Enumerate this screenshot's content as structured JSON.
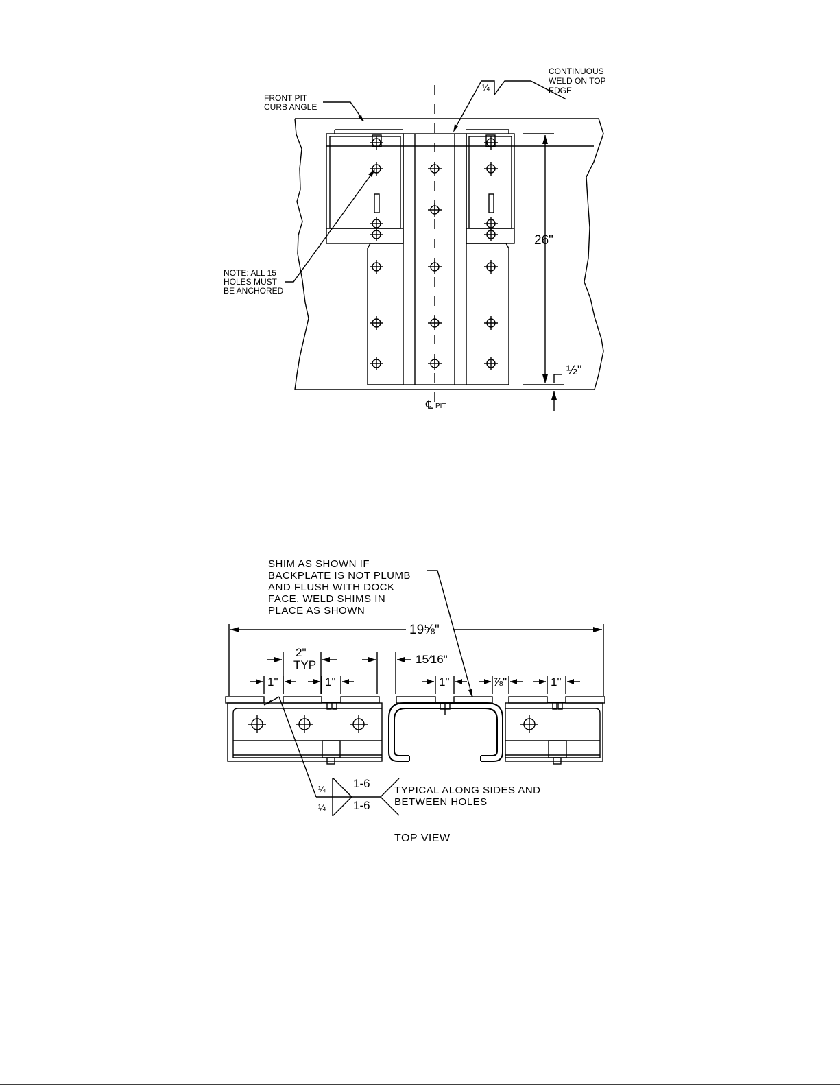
{
  "front_view": {
    "labels": {
      "curb_angle": [
        "FRONT PIT",
        "CURB ANGLE"
      ],
      "weld_note": [
        "CONTINUOUS",
        "WELD ON TOP",
        "EDGE"
      ],
      "weld_size": "¼",
      "holes_note": [
        "NOTE: ALL 15",
        "HOLES MUST",
        "BE ANCHORED"
      ],
      "height_dim": "26\"",
      "offset_dim": "½\"",
      "centerline_symbol": "℄",
      "centerline_label": "PIT"
    }
  },
  "top_view": {
    "title": "TOP VIEW",
    "shim_note": [
      "SHIM AS SHOWN IF",
      "BACKPLATE IS NOT PLUMB",
      "AND FLUSH WITH DOCK",
      "FACE.  WELD SHIMS IN",
      "PLACE AS SHOWN"
    ],
    "overall_dim": "19⅝\"",
    "spacing_dim": [
      "2\"",
      "TYP"
    ],
    "gap_dim": "15⁄16\"",
    "one_inch_dims": [
      "1\"",
      "1\"",
      "1\"",
      "1\""
    ],
    "seven_eighth_dim": "⅞\"",
    "weld_symbol": {
      "size_top": "¼",
      "size_bottom": "¼",
      "spec_top": "1-6",
      "spec_bottom": "1-6",
      "note": [
        "TYPICAL ALONG SIDES AND",
        "BETWEEN HOLES"
      ]
    }
  }
}
